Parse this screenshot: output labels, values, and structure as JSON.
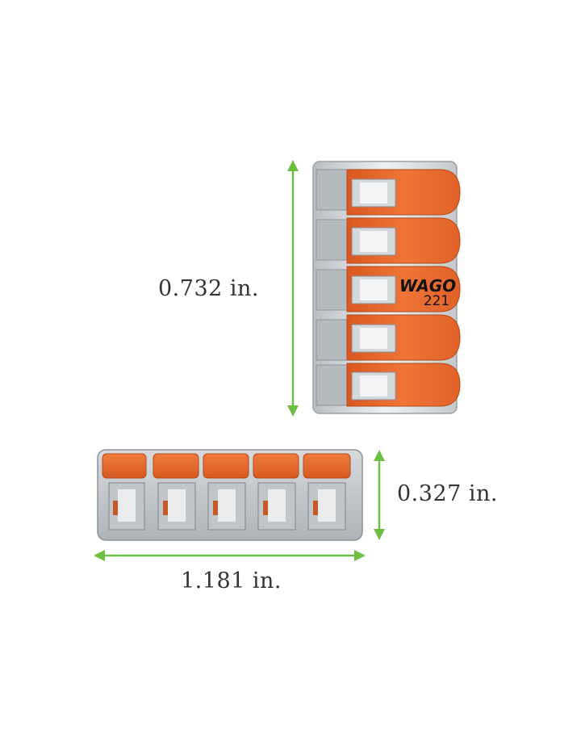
{
  "dimensions": {
    "height": "0.732 in.",
    "thickness": "0.327 in.",
    "width": "1.181 in."
  },
  "product": {
    "brand_mark": "WAGO",
    "model_mark": "221"
  },
  "colors": {
    "dimension_arrow": "#6dbf43",
    "lever_orange": "#e8692b",
    "housing_clear": "#c9cdd1",
    "text": "#333333"
  }
}
